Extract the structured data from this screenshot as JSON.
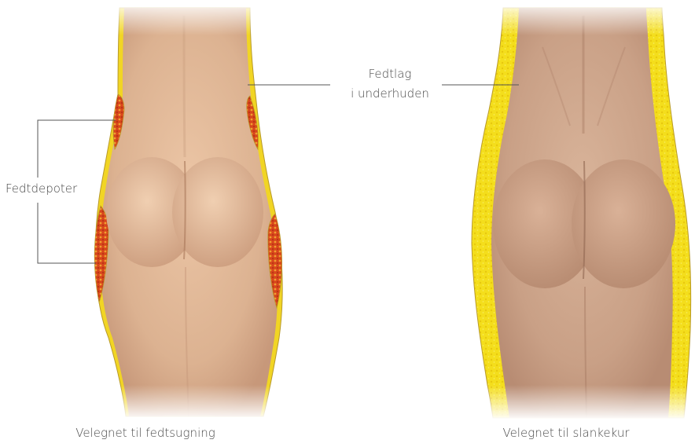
{
  "labels": {
    "fat_deposits": "Fedtdepoter",
    "subcutaneous_line1": "Fedtlag",
    "subcutaneous_line2": "i underhuden"
  },
  "captions": {
    "left": "Velegnet til fedtsugning",
    "right": "Velegnet til slankekur"
  },
  "colors": {
    "skin": "#e0b898",
    "skin_shadow": "#c89a7a",
    "fat_yellow": "#f3dc1a",
    "fat_deposit_red": "#d84a1e",
    "outline": "#b49a3a",
    "leader_line": "#555555",
    "text": "#4a4a4a"
  },
  "icons": {
    "left_figure": "lower-body-back-view-with-fat-deposits",
    "right_figure": "lower-body-back-view-even-fat-layer"
  }
}
